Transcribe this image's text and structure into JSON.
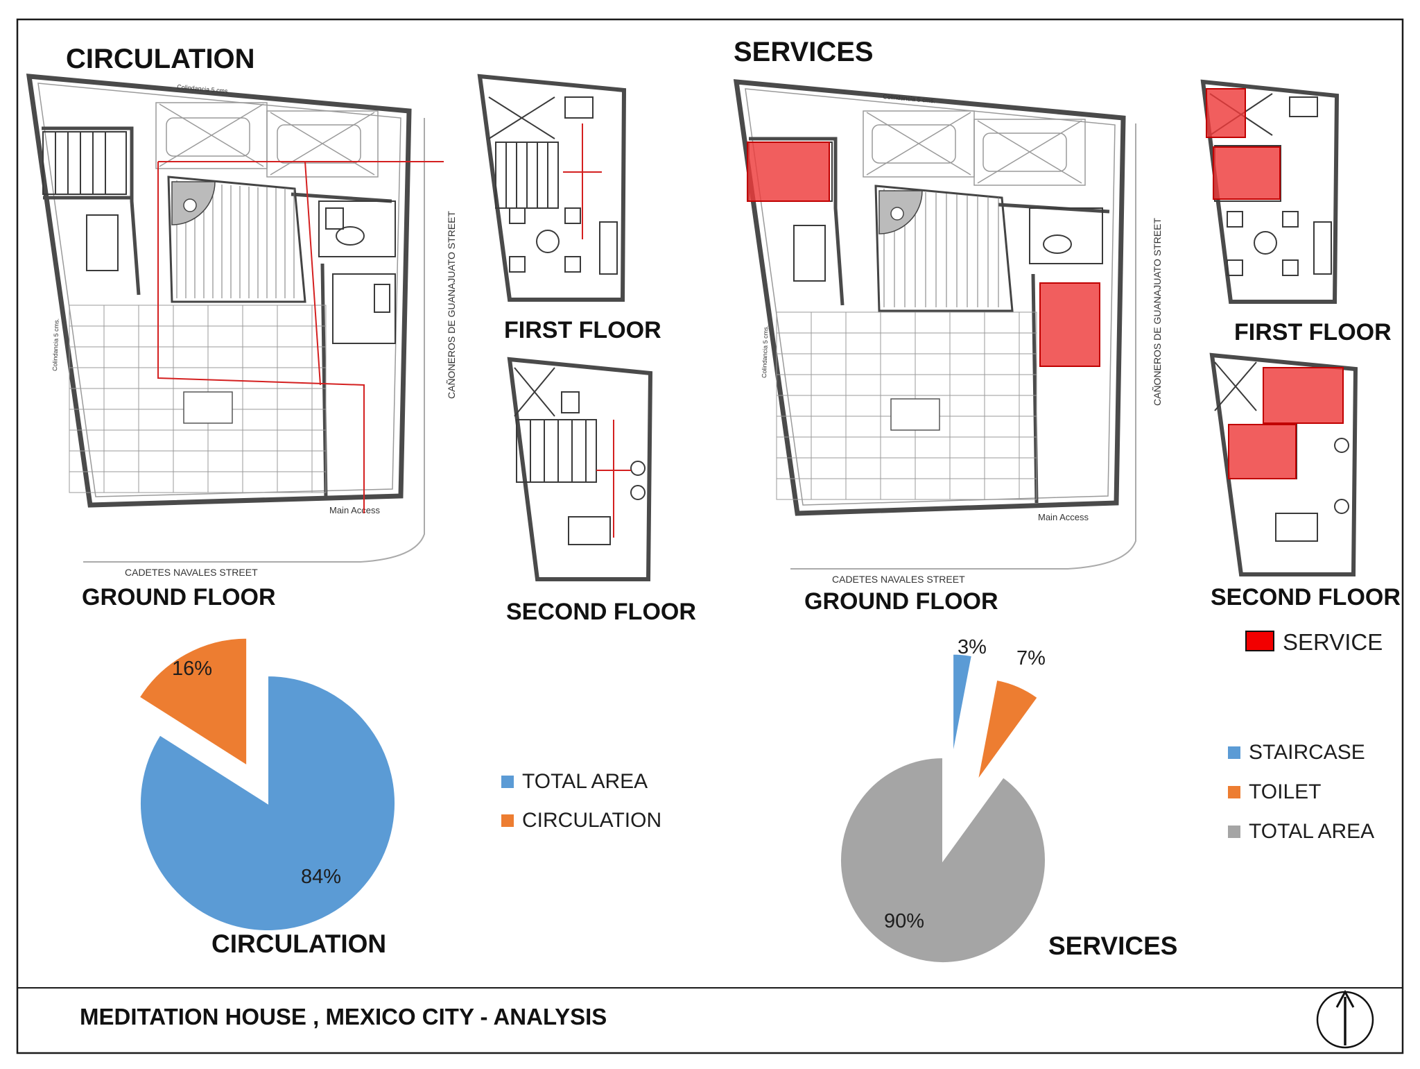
{
  "sections": {
    "circulation": {
      "heading": "CIRCULATION",
      "ground_floor_label": "GROUND FLOOR",
      "first_floor_label": "FIRST FLOOR",
      "second_floor_label": "SECOND FLOOR",
      "chart_caption": "CIRCULATION"
    },
    "services": {
      "heading": "SERVICES",
      "ground_floor_label": "GROUND FLOOR",
      "first_floor_label": "FIRST FLOOR",
      "second_floor_label": "SECOND FLOOR",
      "chart_caption": "SERVICES",
      "key_label": "SERVICE",
      "key_color": "#f20000"
    }
  },
  "plan_notes": {
    "colindancia_top": "Colindancia 5 cms.",
    "colindancia_left": "Colindancia 5 cms.",
    "street_bottom": "CADETES NAVALES STREET",
    "street_side": "CAÑONEROS DE GUANAJUATO STREET",
    "main_access": "Main Access"
  },
  "footer": {
    "title": "MEDITATION HOUSE , MEXICO CITY - ANALYSIS",
    "north_icon": "north-arrow-icon"
  },
  "colors": {
    "blue": "#5b9bd5",
    "orange": "#ed7d31",
    "gray": "#a5a5a5",
    "red_line": "#d42020",
    "service_fill": "#ee3b3b"
  },
  "chart_data": [
    {
      "type": "pie",
      "title": "CIRCULATION",
      "categories": [
        "TOTAL AREA",
        "CIRCULATION"
      ],
      "values": [
        84,
        16
      ],
      "labels": [
        "84%",
        "16%"
      ],
      "colors": [
        "#5b9bd5",
        "#ed7d31"
      ],
      "exploded": true,
      "legend": "right"
    },
    {
      "type": "pie",
      "title": "SERVICES",
      "categories": [
        "STAIRCASE",
        "TOILET",
        "TOTAL AREA"
      ],
      "values": [
        3,
        7,
        90
      ],
      "labels": [
        "3%",
        "7%",
        "90%"
      ],
      "colors": [
        "#5b9bd5",
        "#ed7d31",
        "#a5a5a5"
      ],
      "exploded": true,
      "legend": "right"
    }
  ]
}
